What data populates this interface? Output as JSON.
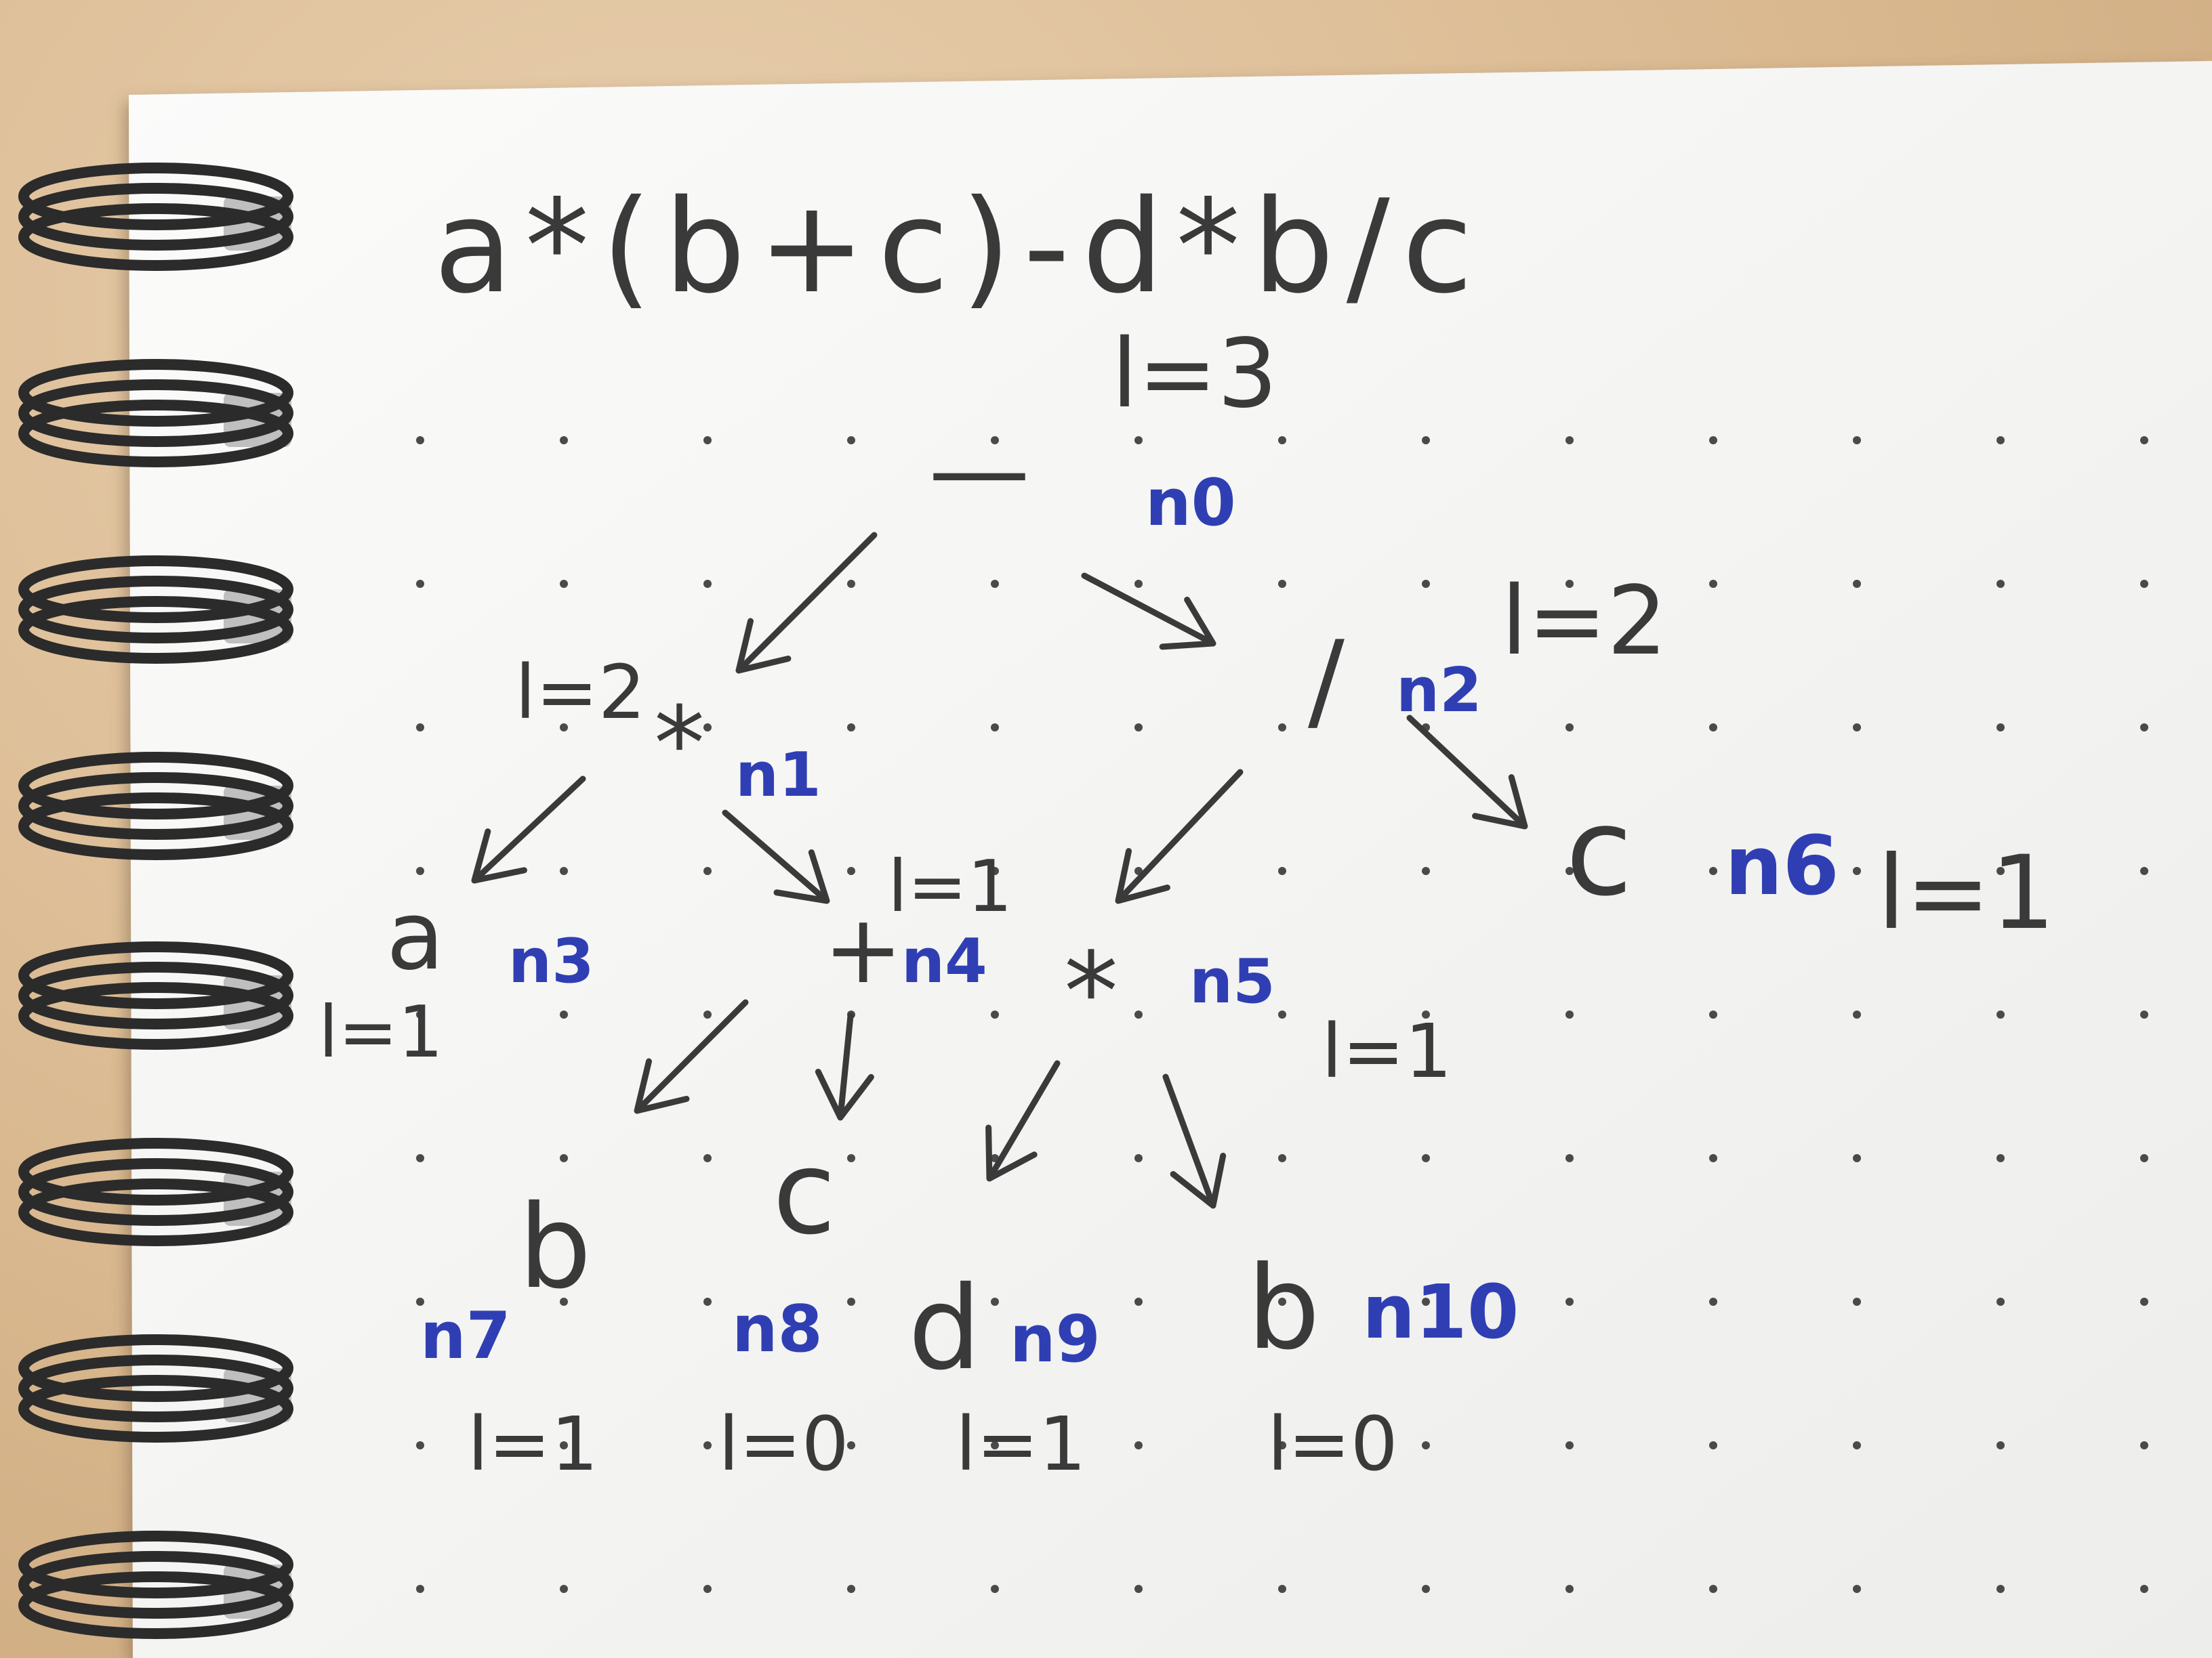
{
  "expression": "a*(b+c)-d*b/c",
  "nodes": [
    {
      "id": "n0",
      "symbol": "—",
      "id_label": "n0",
      "level": "l=3"
    },
    {
      "id": "n1",
      "symbol": "*",
      "id_label": "n1",
      "level": "l=2"
    },
    {
      "id": "n2",
      "symbol": "/",
      "id_label": "n2",
      "level": "l=2"
    },
    {
      "id": "n3",
      "symbol": "a",
      "id_label": "n3",
      "level": "l=1"
    },
    {
      "id": "n4",
      "symbol": "+",
      "id_label": "n4",
      "level": "l=1"
    },
    {
      "id": "n5",
      "symbol": "*",
      "id_label": "n5",
      "level": "l=1"
    },
    {
      "id": "n6",
      "symbol": "c",
      "id_label": "n6",
      "level": "l=1"
    },
    {
      "id": "n7",
      "symbol": "b",
      "id_label": "n7",
      "level": "l=1"
    },
    {
      "id": "n8",
      "symbol": "c",
      "id_label": "n8",
      "level": "l=0"
    },
    {
      "id": "n9",
      "symbol": "d",
      "id_label": "n9",
      "level": "l=1"
    },
    {
      "id": "n10",
      "symbol": "b",
      "id_label": "n10",
      "level": "l=0"
    }
  ],
  "edges": [
    {
      "from": "n0",
      "to": "n1"
    },
    {
      "from": "n0",
      "to": "n2"
    },
    {
      "from": "n1",
      "to": "n3"
    },
    {
      "from": "n1",
      "to": "n4"
    },
    {
      "from": "n2",
      "to": "n5"
    },
    {
      "from": "n2",
      "to": "n6"
    },
    {
      "from": "n4",
      "to": "n7"
    },
    {
      "from": "n4",
      "to": "n8"
    },
    {
      "from": "n5",
      "to": "n9"
    },
    {
      "from": "n5",
      "to": "n10"
    }
  ],
  "colors": {
    "ink": "#3a3a3a",
    "annotation_blue": "#2f3fb3",
    "paper": "#f7f7f5",
    "desk": "#d9b88f",
    "grid_dot": "#4a4a4a",
    "spiral": "#2b2b2b"
  }
}
